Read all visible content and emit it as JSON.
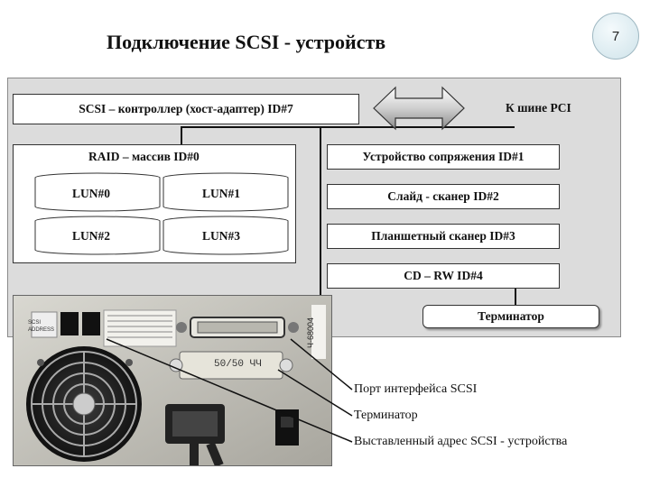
{
  "slide": {
    "title": "Подключение SCSI - устройств",
    "page_number": "7"
  },
  "diagram": {
    "controller": "SCSI – контроллер (хост-адаптер) ID#7",
    "pci_label": "К шине PCI",
    "raid_label": "RAID – массив ID#0",
    "luns": [
      "LUN#0",
      "LUN#1",
      "LUN#2",
      "LUN#3"
    ],
    "devices": [
      "Устройство сопряжения ID#1",
      "Слайд - сканер ID#2",
      "Планшетный сканер ID#3",
      "CD – RW ID#4"
    ],
    "terminator": "Терминатор"
  },
  "photo": {
    "plate_code": "50/50 ЧЧ",
    "side_label": "Ч-68004",
    "switch_label": "SCSI ADDRESS"
  },
  "captions": [
    "Порт интерфейса SCSI",
    "Терминатор",
    "Выставленный адрес  SCSI - устройства"
  ]
}
